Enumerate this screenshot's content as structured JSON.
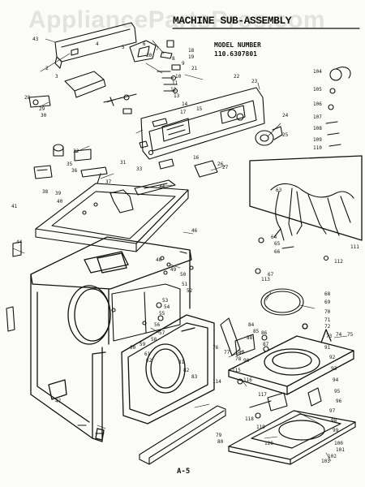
{
  "watermark": "AppliancePartsPros.com",
  "header": {
    "title": "MACHINE SUB-ASSEMBLY",
    "model_label": "MODEL NUMBER",
    "model_number": "110.6307801"
  },
  "footer": {
    "page": "A-5"
  },
  "callouts": [
    "43",
    "2",
    "3",
    "4",
    "5",
    "6",
    "7",
    "8",
    "9",
    "10",
    "11",
    "12",
    "13",
    "14",
    "15",
    "16",
    "17",
    "18",
    "19",
    "20",
    "21",
    "22",
    "23",
    "24",
    "25",
    "26",
    "27",
    "28",
    "29",
    "30",
    "31",
    "32",
    "33",
    "34",
    "35",
    "36",
    "37",
    "38",
    "39",
    "40",
    "41",
    "44",
    "46",
    "47",
    "48",
    "49",
    "50",
    "51",
    "52",
    "53",
    "54",
    "55",
    "56",
    "57",
    "58",
    "59",
    "60",
    "61",
    "62",
    "63",
    "64",
    "65",
    "66",
    "67",
    "68",
    "69",
    "70",
    "71",
    "72",
    "73",
    "74",
    "75",
    "76",
    "77",
    "78",
    "79",
    "80",
    "81",
    "82",
    "83",
    "84",
    "85",
    "86",
    "87",
    "88",
    "89",
    "90",
    "91",
    "92",
    "93",
    "94",
    "95",
    "96",
    "97",
    "98",
    "99",
    "100",
    "101",
    "102",
    "103",
    "104",
    "105",
    "106",
    "107",
    "108",
    "109",
    "110",
    "111",
    "112",
    "113",
    "114",
    "115",
    "116",
    "117",
    "118",
    "119",
    "120"
  ],
  "colors": {
    "ink": "#111111",
    "paper": "#fbfbf8",
    "watermark": "#969696"
  }
}
